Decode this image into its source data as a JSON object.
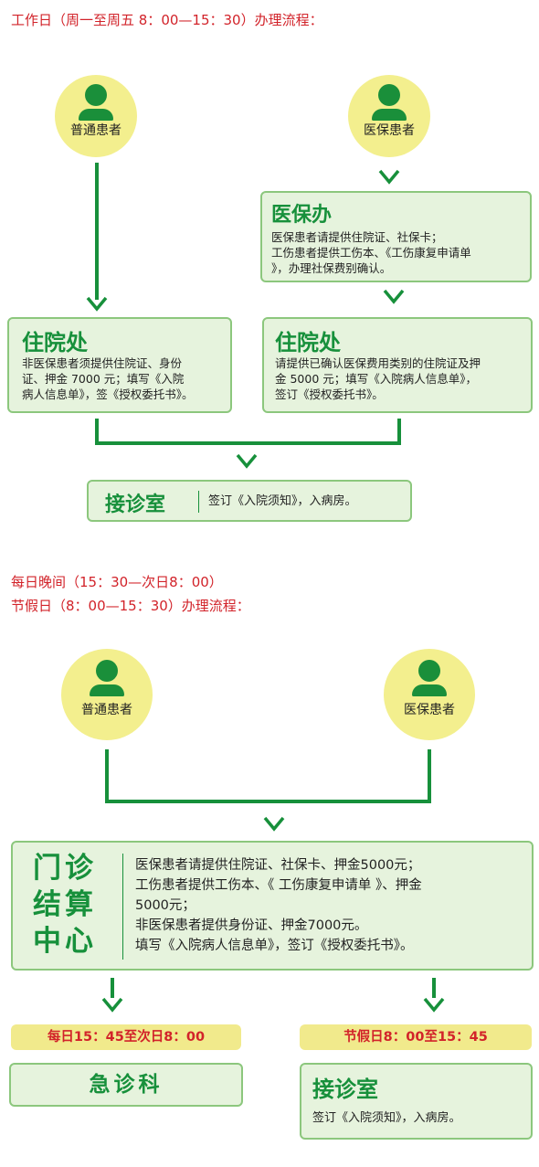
{
  "section1": {
    "heading": "工作日（周一至周五 8：00—15：30）办理流程：",
    "regular_patient": "普通患者",
    "insured_patient": "医保患者",
    "insurance_office": {
      "title": "医保办",
      "lines": [
        "医保患者请提供住院证、社保卡；",
        "工伤患者提供工伤本、《工伤康复申请单",
        "》，办理社保费别确认。"
      ]
    },
    "admission_left": {
      "title": "住院处",
      "lines": [
        "非医保患者须提供住院证、身份",
        "证、押金 7000 元；填写《入院",
        "病人信息单》，签《授权委托书》。"
      ]
    },
    "admission_right": {
      "title": "住院处",
      "lines": [
        "请提供已确认医保费用类别的住院证及押",
        "金 5000 元；填写《入院病人信息单》，",
        "签订《授权委托书》。"
      ]
    },
    "reception": {
      "title": "接诊室",
      "text": "签订《入院须知》，入病房。"
    }
  },
  "section2": {
    "heading_line1": "每日晚间（15：30—次日8：00）",
    "heading_line2": "节假日（8：00—15：30）办理流程：",
    "regular_patient": "普通患者",
    "insured_patient": "医保患者",
    "clinic_center": {
      "title_lines": [
        "门诊",
        "结算",
        "中心"
      ],
      "lines": [
        "医保患者请提供住院证、社保卡、押金5000元；",
        "工伤患者提供工伤本、《 工伤康复申请单 》、押金",
        "5000元；",
        "非医保患者提供身份证、押金7000元。",
        "填写《入院病人信息单》，签订《授权委托书》。"
      ]
    },
    "tag_left": "每日15：45至次日8：00",
    "tag_right": "节假日8：00至15：45",
    "emergency": {
      "title": "急诊科"
    },
    "reception": {
      "title": "接诊室",
      "text": "签订《入院须知》，入病房。"
    }
  },
  "colors": {
    "green": "#17903b",
    "box_bg": "#e6f3dd",
    "circle": "#f3ef8e",
    "heading_red": "#d2232a"
  }
}
